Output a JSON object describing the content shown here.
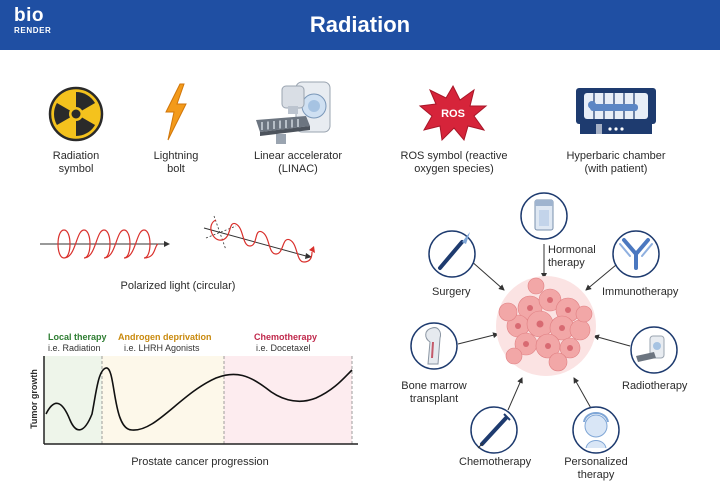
{
  "header": {
    "brand_line1": "bio",
    "brand_line2": "RENDER",
    "title": "Radiation"
  },
  "icons": [
    {
      "icon": "radiation-symbol-icon",
      "label_line1": "Radiation",
      "label_line2": "symbol"
    },
    {
      "icon": "lightning-bolt-icon",
      "label_line1": "Lightning",
      "label_line2": "bolt"
    },
    {
      "icon": "linac-icon",
      "label_line1": "Linear accelerator",
      "label_line2": "(LINAC)"
    },
    {
      "icon": "ros-symbol-icon",
      "icon_text": "ROS",
      "label_line1": "ROS symbol (reactive",
      "label_line2": "oxygen species)"
    },
    {
      "icon": "hyperbaric-chamber-icon",
      "label_line1": "Hyperbaric chamber",
      "label_line2": "(with patient)"
    }
  ],
  "polarized": {
    "label": "Polarized light (circular)"
  },
  "treatments": {
    "hormonal_line1": "Hormonal",
    "hormonal_line2": "therapy",
    "surgery": "Surgery",
    "immunotherapy": "Immunotherapy",
    "bone_line1": "Bone marrow",
    "bone_line2": "transplant",
    "radiotherapy": "Radiotherapy",
    "chemotherapy": "Chemotherapy",
    "personalized_line1": "Personalized",
    "personalized_line2": "therapy"
  },
  "progression": {
    "ylabel": "Tumor growth",
    "xlabel": "Prostate cancer progression",
    "phases": [
      {
        "title": "Local therapy",
        "subtitle": "i.e. Radiation",
        "color": "#2e7d32",
        "bg": "#eef5ea"
      },
      {
        "title": "Androgen deprivation",
        "subtitle": "i.e. LHRH Agonists",
        "color": "#c98a0e",
        "bg": "#fdf8ea"
      },
      {
        "title": "Chemotherapy",
        "subtitle": "i.e. Docetaxel",
        "color": "#c0284b",
        "bg": "#fdecef"
      }
    ]
  },
  "colors": {
    "header_bg": "#1f4fa3",
    "ros_red": "#d6243a",
    "spiral_red": "#d9302c",
    "icon_navy": "#1e3b6f",
    "tumor_pink": "#f2a7a7"
  }
}
